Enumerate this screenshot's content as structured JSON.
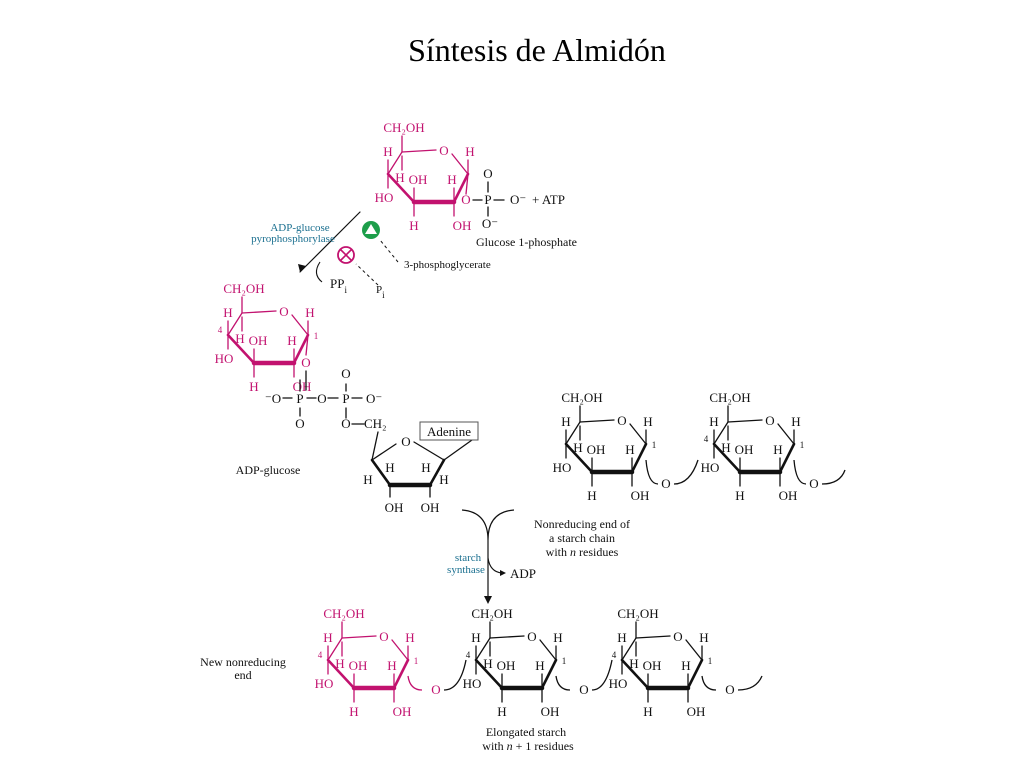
{
  "title": "Síntesis de Almidón",
  "colors": {
    "magenta": "#c2126f",
    "black": "#111111",
    "enzyme_blue": "#1a6f8f",
    "activator_green": "#1d9e4a"
  },
  "icons": {
    "activator": "green-triangle-circle-icon",
    "inhibitor": "red-cross-circle-icon"
  },
  "labels": {
    "ch2oh": "CH₂OH",
    "o": "O",
    "h": "H",
    "oh": "OH",
    "ho": "HO",
    "p": "P",
    "o_minus": "O⁻",
    "minus_o": "⁻O",
    "c1": "1",
    "c4": "4",
    "ch2": "CH₂",
    "adenine": "Adenine",
    "plus_atp": "+ ATP",
    "glucose_1_phosphate": "Glucose 1-phosphate",
    "enzyme1_line1": "ADP-glucose",
    "enzyme1_line2": "pyrophosphorylase",
    "activator": "3-phosphoglycerate",
    "ppi": "PP",
    "pi": "P",
    "sub_i": "i",
    "adp_glucose": "ADP-glucose",
    "nonreducing_line1": "Nonreducing end of",
    "nonreducing_line2": "a starch chain",
    "nonreducing_line3_a": "with ",
    "nonreducing_line3_n": "n",
    "nonreducing_line3_b": " residues",
    "enzyme2_line1": "starch",
    "enzyme2_line2": "synthase",
    "adp": "ADP",
    "new_end_line1": "New nonreducing",
    "new_end_line2": "end",
    "elongated_line1": "Elongated starch",
    "elongated_line2_a": "with ",
    "elongated_line2_n": "n",
    "elongated_line2_b": " + 1 residues"
  }
}
